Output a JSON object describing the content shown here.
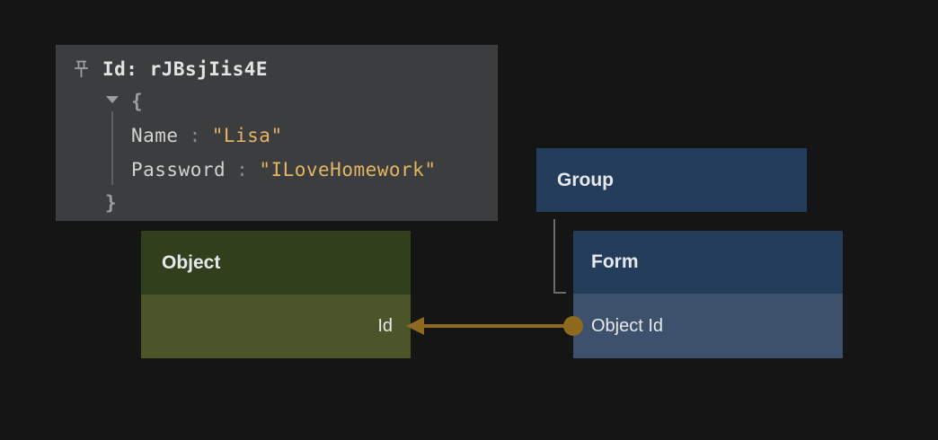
{
  "colors": {
    "background": "#151515",
    "tooltip-bg": "#3b3d3e",
    "tooltip-title": "#e3e3e3",
    "tooltip-key": "#d2d2d2",
    "tooltip-sep": "#8a8a8a",
    "tooltip-value": "#e5b567",
    "tooltip-brace": "#9aa0a0",
    "tooltip-guide": "#5f5f5f",
    "icon-gray": "#9aa0a0",
    "object-header": "#323f1d",
    "object-body": "#4c5529",
    "blue-header": "#233d5b",
    "blue-body": "#3d506c",
    "node-text": "#e6e9ec",
    "edge": "#8e6a1f",
    "hierarchy-line": "#6b6b6b"
  },
  "tooltip": {
    "title": "Id: rJBsjIis4E",
    "open_brace": "{",
    "close_brace": "}",
    "separator": ":",
    "fields": [
      {
        "key": "Name",
        "value": "\"Lisa\""
      },
      {
        "key": "Password",
        "value": "\"ILoveHomework\""
      }
    ]
  },
  "nodes": {
    "group": {
      "title": "Group"
    },
    "form": {
      "title": "Form",
      "rows": [
        {
          "label": "Object Id"
        }
      ]
    },
    "object": {
      "title": "Object",
      "rows": [
        {
          "label": "Id"
        }
      ]
    }
  },
  "edges": {
    "reference": "Form.Object Id -> Object.Id",
    "hierarchy": "Group -> Form"
  }
}
